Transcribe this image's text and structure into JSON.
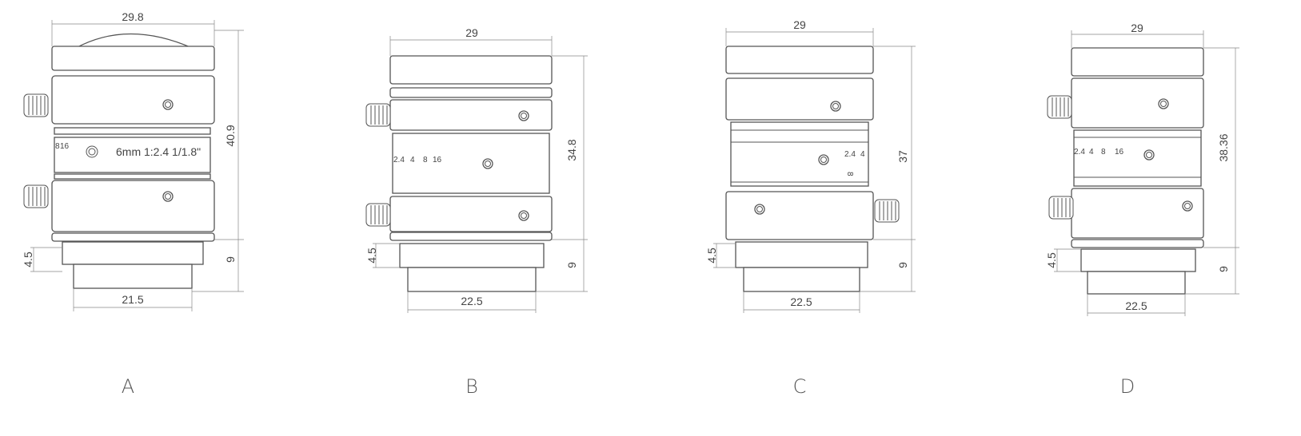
{
  "drawings": [
    {
      "label": "A",
      "width_top": "29.8",
      "height": "40.9",
      "mount_height": "9",
      "flange": "4.5",
      "mount_width": "21.5",
      "marking": "6mm  1:2.4  1/1.8\"",
      "scale": [
        "8",
        "16"
      ]
    },
    {
      "label": "B",
      "width_top": "29",
      "height": "34.8",
      "mount_height": "9",
      "flange": "4.5",
      "mount_width": "22.5",
      "scale": [
        "2.4",
        "4",
        "8",
        "16"
      ]
    },
    {
      "label": "C",
      "width_top": "29",
      "height": "37",
      "mount_height": "9",
      "flange": "4.5",
      "mount_width": "22.5",
      "scale": [
        "2.4",
        "4",
        "8"
      ]
    },
    {
      "label": "D",
      "width_top": "29",
      "height": "38.36",
      "mount_height": "9",
      "flange": "4.5",
      "mount_width": "22.5",
      "scale": [
        "2.4",
        "4",
        "8",
        "16"
      ]
    }
  ],
  "colors": {
    "line": "#555555",
    "dim": "#888888"
  }
}
